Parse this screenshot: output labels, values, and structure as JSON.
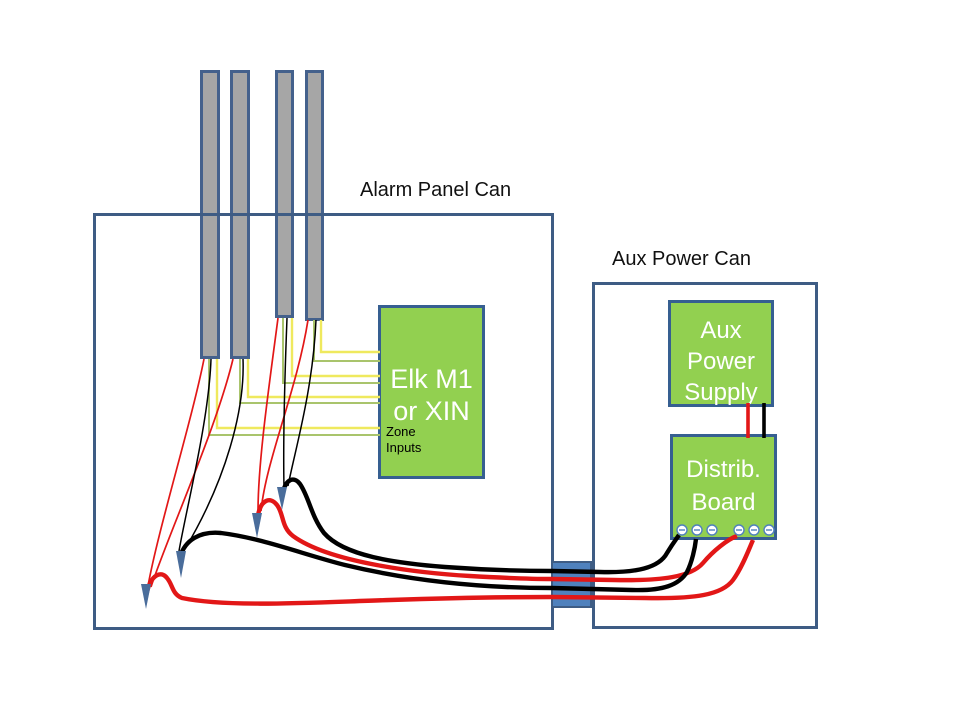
{
  "labels": {
    "alarm_panel_can": "Alarm Panel Can",
    "aux_power_can": "Aux Power Can"
  },
  "elk_box": {
    "title_lines": [
      "Elk M1",
      "or XIN"
    ],
    "note_lines": [
      "Zone",
      "Inputs"
    ]
  },
  "aux_power_supply": {
    "title_lines": [
      "Aux",
      "Power",
      "Supply"
    ]
  },
  "distrib_board": {
    "title_lines": [
      "Distrib.",
      "Board"
    ],
    "terminal_count": 6
  },
  "conduits": {
    "count": 4
  },
  "colors": {
    "can_border": "#3e5c84",
    "box_fill": "#92d050",
    "box_border": "#365f91",
    "conduit_fill": "#a6a6a6",
    "connector_fill": "#4f81bd",
    "wire_red": "#e21717",
    "wire_black": "#000000",
    "zone_wire_yellow": "#efe95e",
    "zone_wire_green": "#a9c46c",
    "arrow_blue": "#4a6d9b"
  }
}
